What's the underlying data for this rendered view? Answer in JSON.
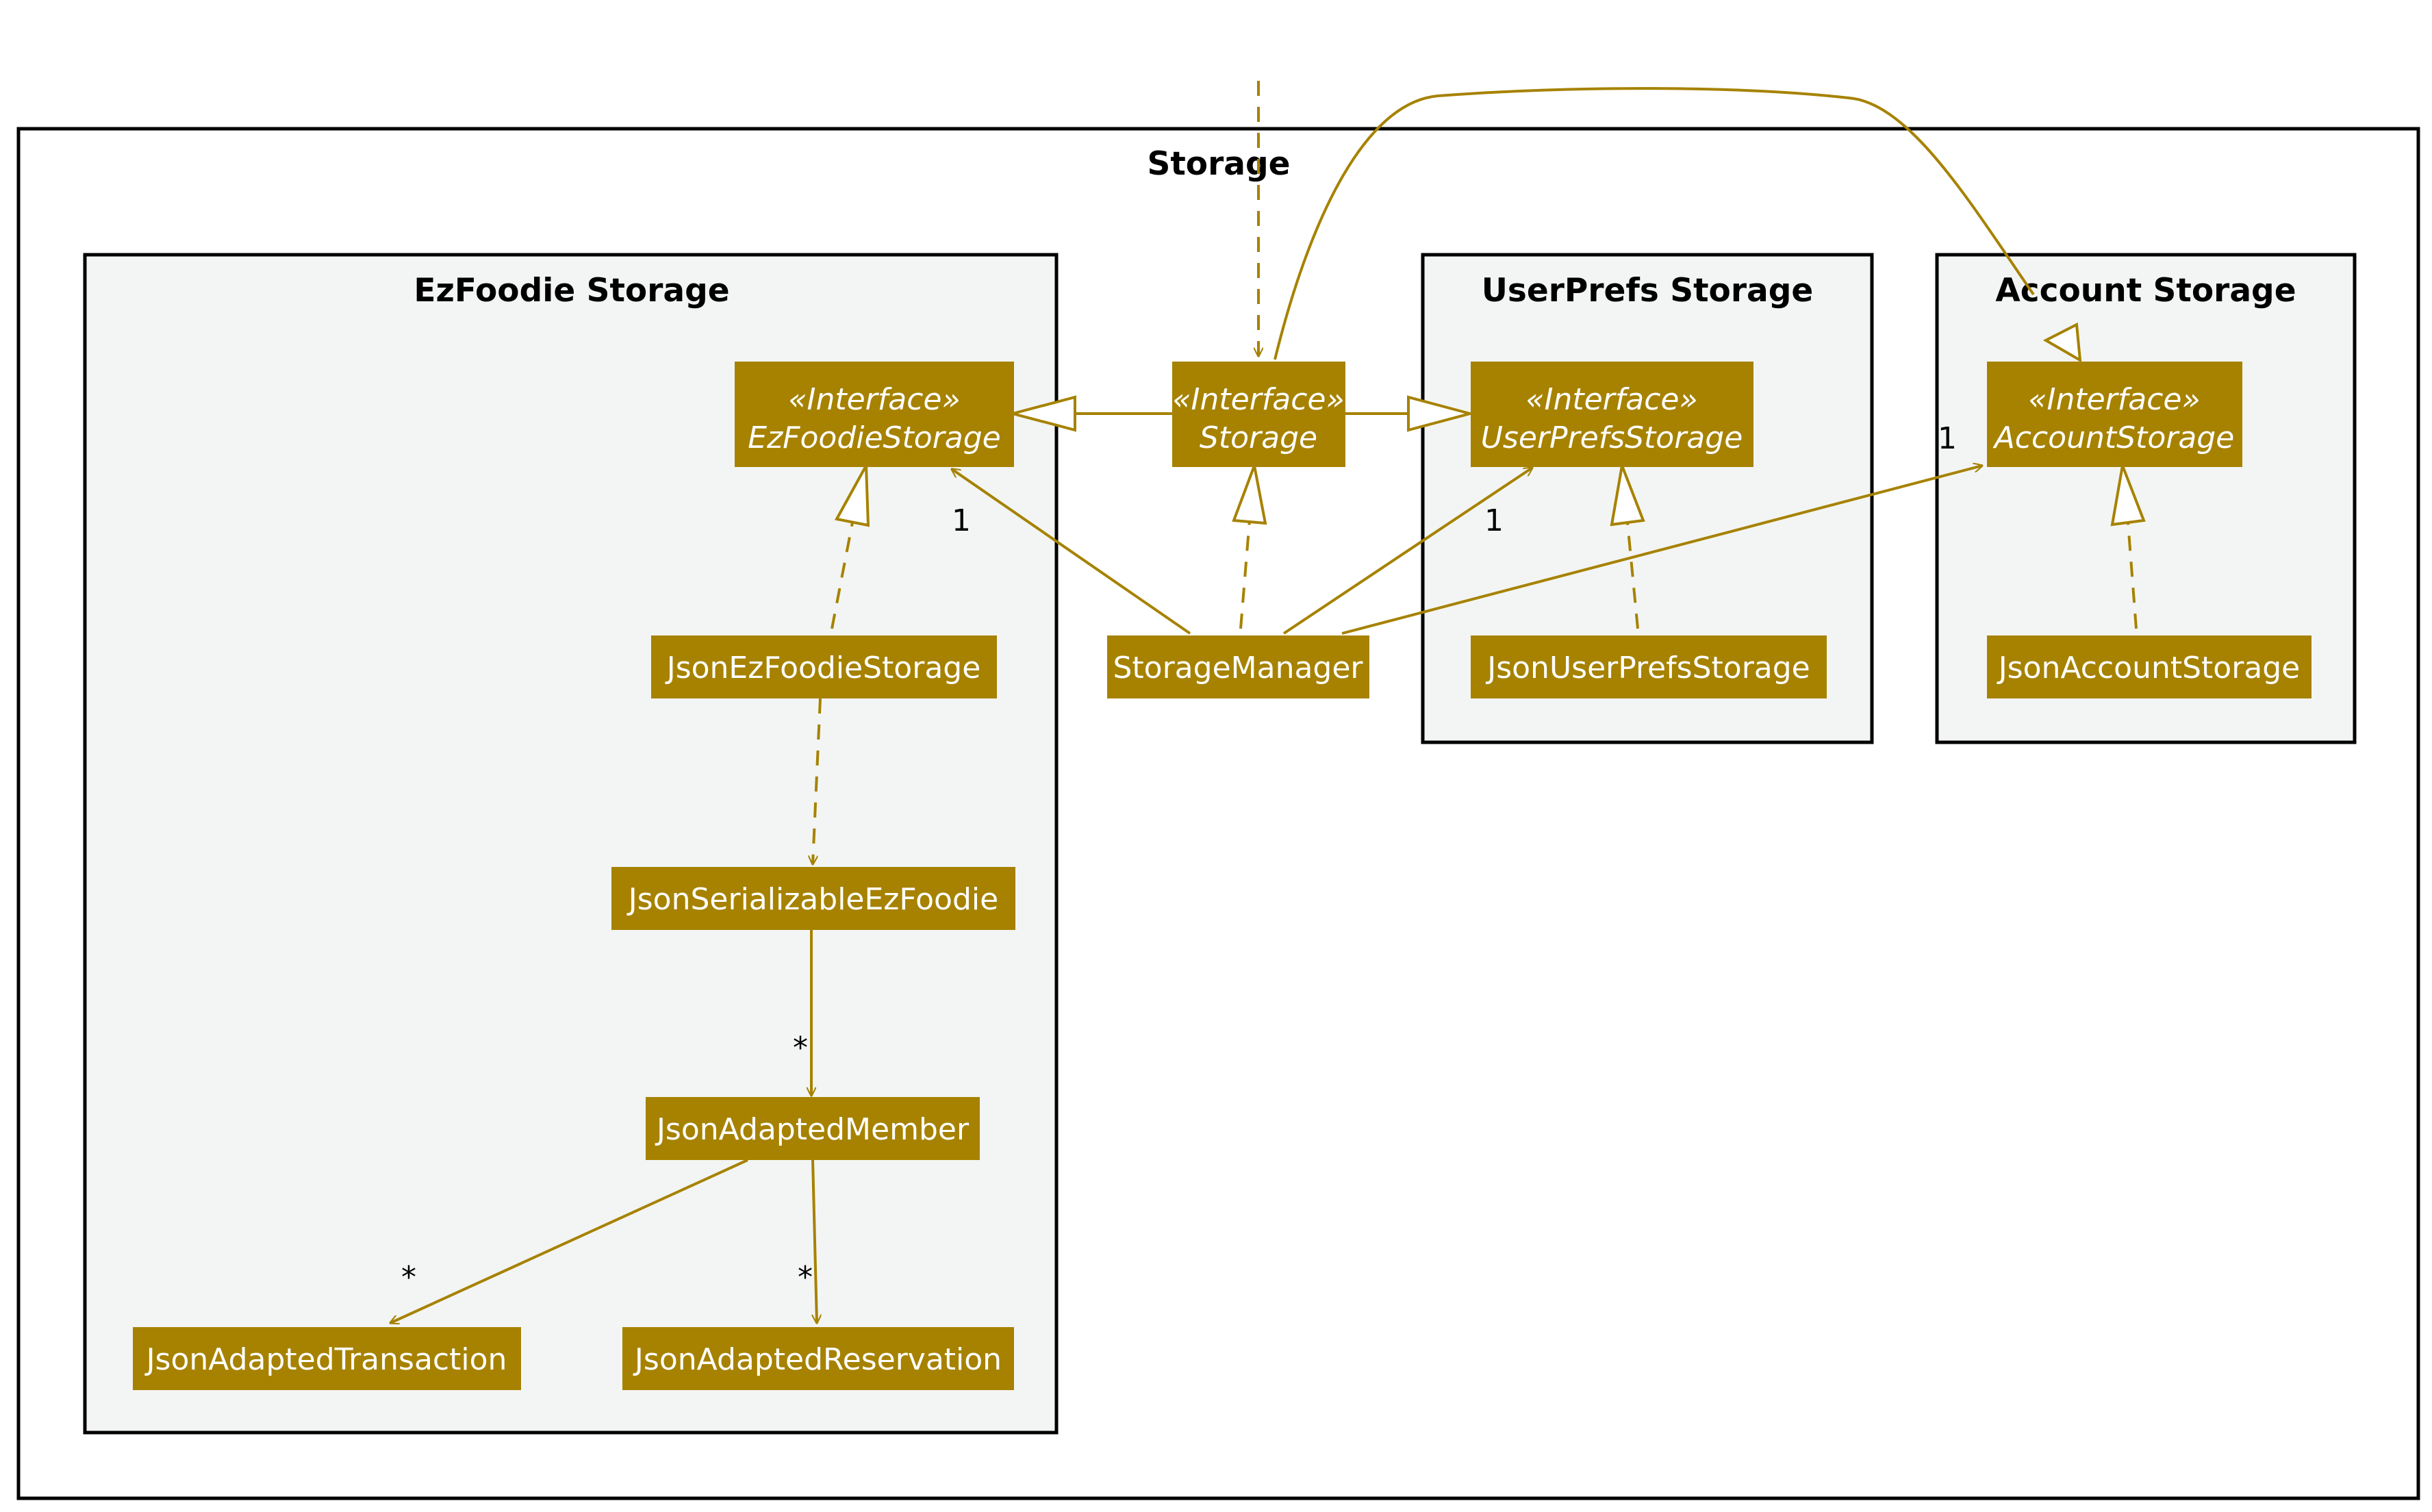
{
  "colors": {
    "class_fill": "#A68200",
    "class_text": "#FFFFFF",
    "edge": "#A68200",
    "package_fill": "#F3F5F4",
    "outer_fill": "#FFFFFF",
    "border": "#000000"
  },
  "packages": {
    "storage": "Storage",
    "ezfoodie": "EzFoodie Storage",
    "userprefs": "UserPrefs Storage",
    "account": "Account Storage"
  },
  "stereotype": "«Interface»",
  "classes": {
    "ezfoodie_storage": "EzFoodieStorage",
    "storage": "Storage",
    "userprefs_storage": "UserPrefsStorage",
    "account_storage": "AccountStorage",
    "json_ezfoodie_storage": "JsonEzFoodieStorage",
    "storage_manager": "StorageManager",
    "json_userprefs_storage": "JsonUserPrefsStorage",
    "json_account_storage": "JsonAccountStorage",
    "json_serializable_ezfoodie": "JsonSerializableEzFoodie",
    "json_adapted_member": "JsonAdaptedMember",
    "json_adapted_transaction": "JsonAdaptedTransaction",
    "json_adapted_reservation": "JsonAdaptedReservation"
  },
  "multiplicities": {
    "to_ezfoodie_storage": "1",
    "to_userprefs_storage": "1",
    "to_account_storage": "1",
    "to_member": "*",
    "to_transaction": "*",
    "to_reservation": "*"
  }
}
